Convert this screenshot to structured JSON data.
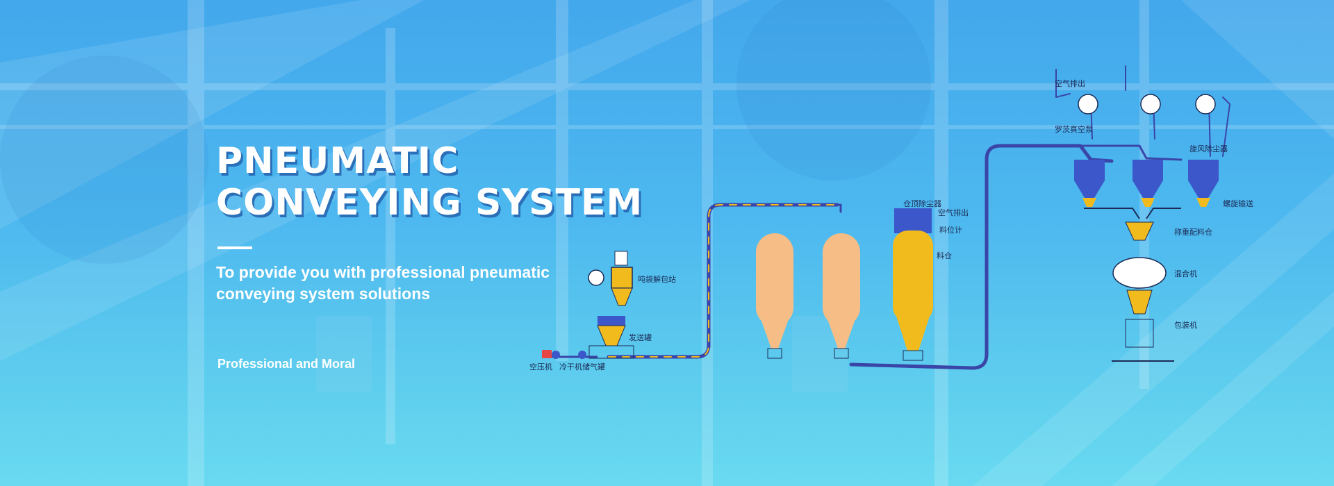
{
  "hero": {
    "title_line1": "PNEUMATIC",
    "title_line2": "CONVEYING SYSTEM",
    "subtitle_line1": "To provide you with professional pneumatic",
    "subtitle_line2": "conveying system solutions",
    "tagline": "Professional and Moral"
  },
  "diagram": {
    "labels": {
      "air_exhaust": "空气排出",
      "roots_vacuum_pump": "罗茨真空泵",
      "cyclone_collector": "旋风除尘器",
      "screw_conveyor": "螺旋输送",
      "weigh_hopper": "称重配料仓",
      "mixer": "混合机",
      "packing_machine": "包装机",
      "bin_top_collector": "仓顶除尘器",
      "bin_air_exhaust": "空气排出",
      "level_meter": "料位计",
      "silo": "料仓",
      "unloading_station": "吨袋解包站",
      "feed_tank": "发送罐",
      "air_compressor": "空压机",
      "dryer": "冷干机",
      "air_tank": "储气罐"
    }
  },
  "colors": {
    "background_top": "#43a8ec",
    "background_bottom": "#69daf0",
    "pipe": "#3a45a8",
    "silo_light": "#f7bd86",
    "silo_yellow": "#f2bb1d",
    "filter_blue": "#3b57c9"
  }
}
